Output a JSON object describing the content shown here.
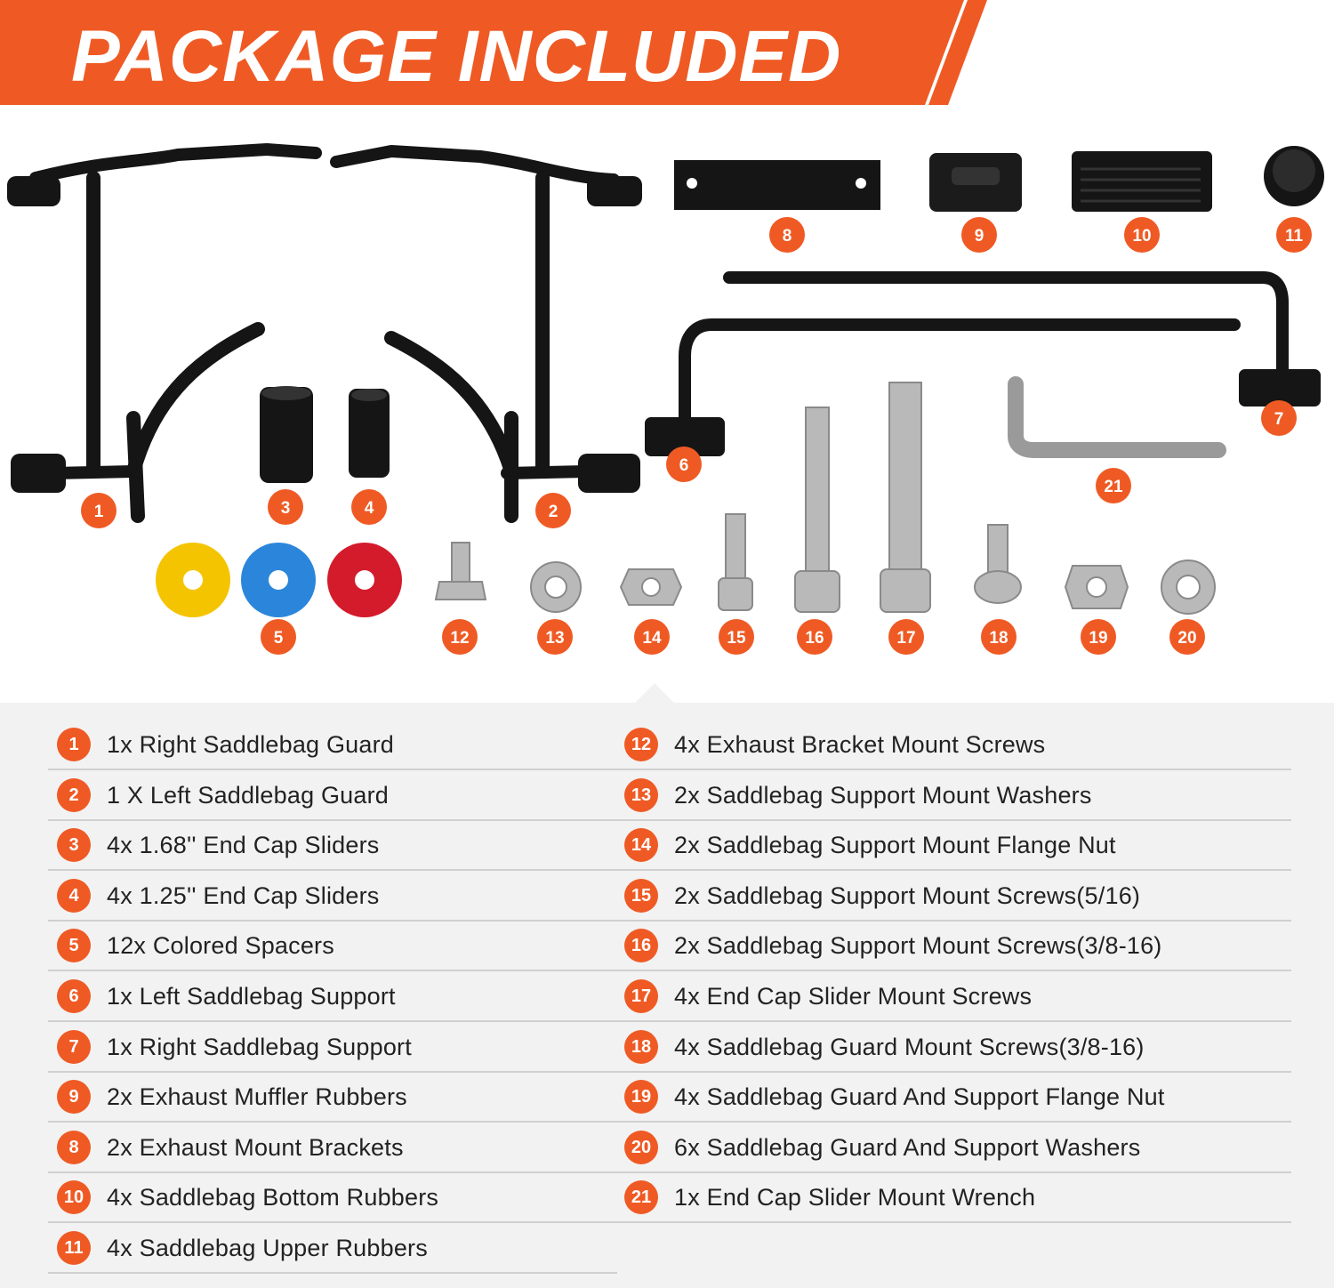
{
  "banner": {
    "title": "PACKAGE INCLUDED",
    "color": "#ef5a24"
  },
  "parts": {
    "badge_color": "#ef5a24",
    "metal_color": "#151515",
    "badges": [
      "1",
      "2",
      "3",
      "4",
      "5",
      "6",
      "7",
      "8",
      "9",
      "10",
      "11",
      "12",
      "13",
      "14",
      "15",
      "16",
      "17",
      "18",
      "19",
      "20",
      "21"
    ],
    "spacer_colors": [
      "#f5c400",
      "#2b86db",
      "#d41b2c"
    ]
  },
  "list": {
    "left": [
      {
        "num": "1",
        "text": "1x Right Saddlebag Guard"
      },
      {
        "num": "2",
        "text": "1 X Left Saddlebag Guard"
      },
      {
        "num": "3",
        "text": "4x 1.68'' End Cap Sliders"
      },
      {
        "num": "4",
        "text": "4x 1.25'' End Cap Sliders"
      },
      {
        "num": "5",
        "text": "12x Colored Spacers"
      },
      {
        "num": "6",
        "text": "1x Left Saddlebag Support"
      },
      {
        "num": "7",
        "text": "1x Right Saddlebag Support"
      },
      {
        "num": "9",
        "text": "2x Exhaust Muffler Rubbers"
      },
      {
        "num": "8",
        "text": "2x Exhaust Mount Brackets"
      },
      {
        "num": "10",
        "text": "4x Saddlebag Bottom Rubbers"
      },
      {
        "num": "11",
        "text": "4x Saddlebag Upper Rubbers"
      }
    ],
    "right": [
      {
        "num": "12",
        "text": "4x Exhaust Bracket Mount Screws"
      },
      {
        "num": "13",
        "text": "2x Saddlebag Support Mount Washers"
      },
      {
        "num": "14",
        "text": "2x Saddlebag Support Mount Flange Nut"
      },
      {
        "num": "15",
        "text": "2x Saddlebag Support Mount Screws(5/16)"
      },
      {
        "num": "16",
        "text": "2x Saddlebag Support Mount Screws(3/8-16)"
      },
      {
        "num": "17",
        "text": "4x End Cap Slider Mount Screws"
      },
      {
        "num": "18",
        "text": "4x Saddlebag Guard Mount Screws(3/8-16)"
      },
      {
        "num": "19",
        "text": "4x Saddlebag Guard And Support Flange Nut"
      },
      {
        "num": "20",
        "text": "6x Saddlebag Guard And Support Washers"
      },
      {
        "num": "21",
        "text": "1x  End Cap Slider Mount Wrench"
      }
    ]
  }
}
